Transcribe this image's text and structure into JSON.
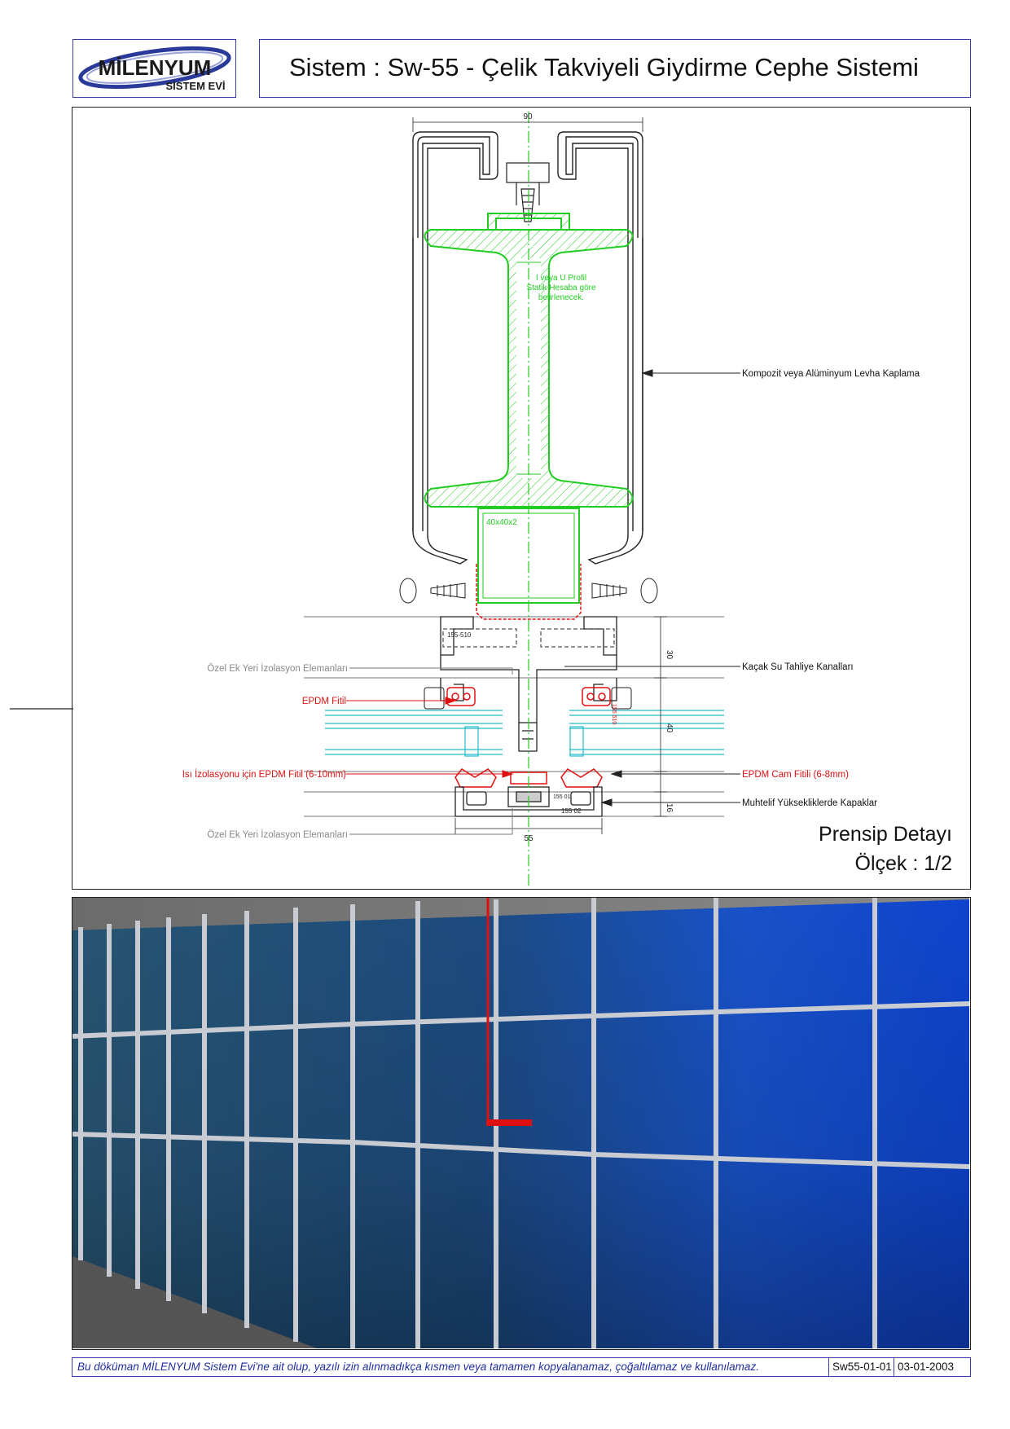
{
  "logo": {
    "word": "MİLENYUM",
    "sub": "SİSTEM EVİ"
  },
  "header": {
    "title": "Sistem : Sw-55 - Çelik Takviyeli Giydirme Cephe Sistemi"
  },
  "drawing": {
    "dims": {
      "top_width": "90",
      "d30": "30",
      "d40": "40",
      "d16": "16",
      "bottom_width": "55"
    },
    "profile_codes": {
      "p1": "155-510",
      "p2": "155 02",
      "p3": "155 01",
      "p4": "155 510"
    },
    "steel_note": [
      "I veya U Profil",
      "Statik Hesaba göre",
      "belirlenecek."
    ],
    "tube_label": "40x40x2",
    "labels": {
      "composite": "Kompozit veya Alüminyum Levha Kaplama",
      "water": "Kaçak Su Tahliye Kanalları",
      "joint_top": "Özel Ek Yeri İzolasyon Elemanları",
      "epdm": "EPDM Fitil",
      "thermal": "Isı İzolasyonu için EPDM Fitil (6-10mm)",
      "glass_gasket": "EPDM Cam Fitili (6-8mm)",
      "caps": "Muhtelif Yüksekliklerde Kapaklar",
      "joint_bottom": "Özel Ek Yeri İzolasyon Elemanları"
    },
    "caption": {
      "line1": "Prensip Detayı",
      "line2": "Ölçek : 1/2"
    },
    "colors": {
      "steel": "#22cc22",
      "callout_red": "#e01010",
      "glass": "#22bbcc",
      "line": "#222222"
    }
  },
  "footer": {
    "note": "Bu döküman MİLENYUM Sistem Evi'ne ait olup, yazılı izin alınmadıkça kısmen veya tamamen kopyalanamaz, çoğaltılamaz ve kullanılamaz.",
    "code": "Sw55-01-01",
    "date": "03-01-2003"
  }
}
